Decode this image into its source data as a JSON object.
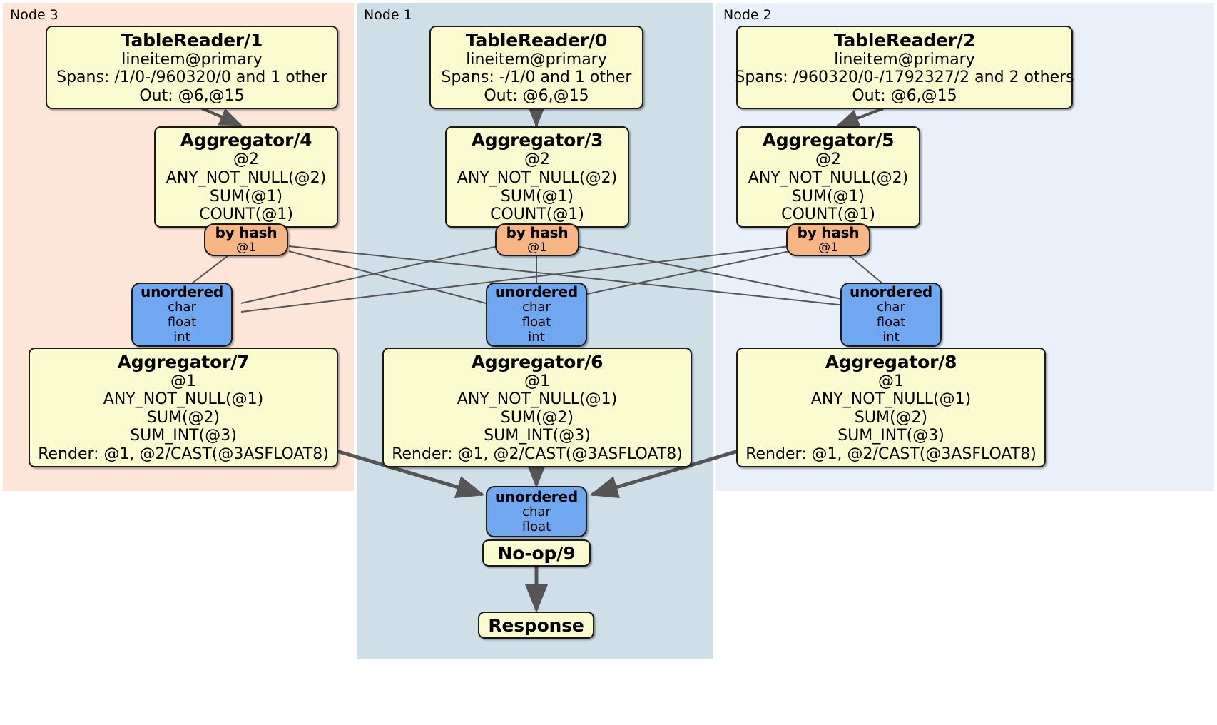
{
  "diagram": {
    "type": "distributed-query-plan",
    "title": "",
    "colors": {
      "node3_region": "#fde5d8",
      "node1_region": "#cfdfe8",
      "node2_region": "#eaf0fa",
      "processor_fill": "#fbfbd0",
      "router_fill": "#f7b684",
      "receiver_fill": "#6fa8f0",
      "stroke": "#1a1a1a",
      "edge": "#555555"
    }
  },
  "regions": [
    {
      "id": "node3",
      "label": "Node 3"
    },
    {
      "id": "node1",
      "label": "Node 1"
    },
    {
      "id": "node2",
      "label": "Node 2"
    }
  ],
  "nodes": {
    "tablereader_1": {
      "title": "TableReader/1",
      "lines": [
        "lineitem@primary",
        "Spans: /1/0-/960320/0 and 1 other",
        "Out: @6,@15"
      ]
    },
    "tablereader_0": {
      "title": "TableReader/0",
      "lines": [
        "lineitem@primary",
        "Spans: -/1/0 and 1 other",
        "Out: @6,@15"
      ]
    },
    "tablereader_2": {
      "title": "TableReader/2",
      "lines": [
        "lineitem@primary",
        "Spans: /960320/0-/1792327/2 and 2 others",
        "Out: @6,@15"
      ]
    },
    "aggregator_4": {
      "title": "Aggregator/4",
      "lines": [
        "@2",
        "ANY_NOT_NULL(@2)",
        "SUM(@1)",
        "COUNT(@1)"
      ]
    },
    "aggregator_3": {
      "title": "Aggregator/3",
      "lines": [
        "@2",
        "ANY_NOT_NULL(@2)",
        "SUM(@1)",
        "COUNT(@1)"
      ]
    },
    "aggregator_5": {
      "title": "Aggregator/5",
      "lines": [
        "@2",
        "ANY_NOT_NULL(@2)",
        "SUM(@1)",
        "COUNT(@1)"
      ]
    },
    "router_left": {
      "title": "by hash",
      "lines": [
        "@1"
      ]
    },
    "router_center": {
      "title": "by hash",
      "lines": [
        "@1"
      ]
    },
    "router_right": {
      "title": "by hash",
      "lines": [
        "@1"
      ]
    },
    "receiver_left": {
      "title": "unordered",
      "lines": [
        "char",
        "float",
        "int"
      ]
    },
    "receiver_center": {
      "title": "unordered",
      "lines": [
        "char",
        "float",
        "int"
      ]
    },
    "receiver_right": {
      "title": "unordered",
      "lines": [
        "char",
        "float",
        "int"
      ]
    },
    "aggregator_7": {
      "title": "Aggregator/7",
      "lines": [
        "@1",
        "ANY_NOT_NULL(@1)",
        "SUM(@2)",
        "SUM_INT(@3)",
        "Render: @1, @2/CAST(@3ASFLOAT8)"
      ]
    },
    "aggregator_6": {
      "title": "Aggregator/6",
      "lines": [
        "@1",
        "ANY_NOT_NULL(@1)",
        "SUM(@2)",
        "SUM_INT(@3)",
        "Render: @1, @2/CAST(@3ASFLOAT8)"
      ]
    },
    "aggregator_8": {
      "title": "Aggregator/8",
      "lines": [
        "@1",
        "ANY_NOT_NULL(@1)",
        "SUM(@2)",
        "SUM_INT(@3)",
        "Render: @1, @2/CAST(@3ASFLOAT8)"
      ]
    },
    "receiver_final": {
      "title": "unordered",
      "lines": [
        "char",
        "float"
      ]
    },
    "noop_9": {
      "title": "No-op/9",
      "lines": []
    },
    "response": {
      "title": "Response",
      "lines": []
    }
  }
}
